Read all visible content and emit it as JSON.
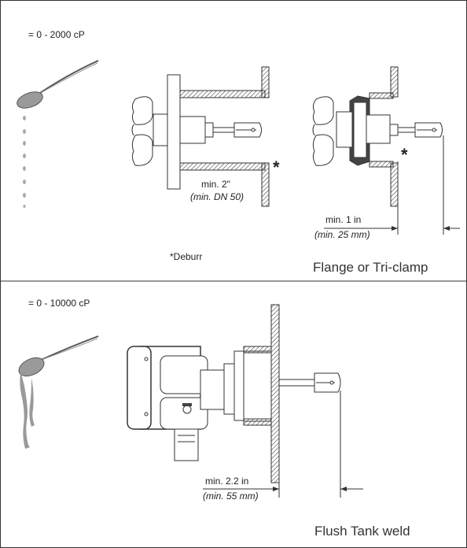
{
  "top_panel": {
    "viscosity": "= 0 - 2000 cP",
    "dim_pipe_line1": "min. 2\"",
    "dim_pipe_line2": "(min. DN 50)",
    "dim_insert_line1": "min. 1 in",
    "dim_insert_line2": "(min. 25 mm)",
    "deburr_marker": "*",
    "deburr_note": "*Deburr",
    "caption": "Flange or Tri-clamp"
  },
  "bottom_panel": {
    "viscosity": "= 0 - 10000 cP",
    "dim_insert_line1": "min. 2.2 in",
    "dim_insert_line2": "(min. 55 mm)",
    "caption": "Flush Tank weld"
  },
  "colors": {
    "border": "#333333",
    "liquid": "#9a9a9a",
    "hatch": "#444444"
  }
}
